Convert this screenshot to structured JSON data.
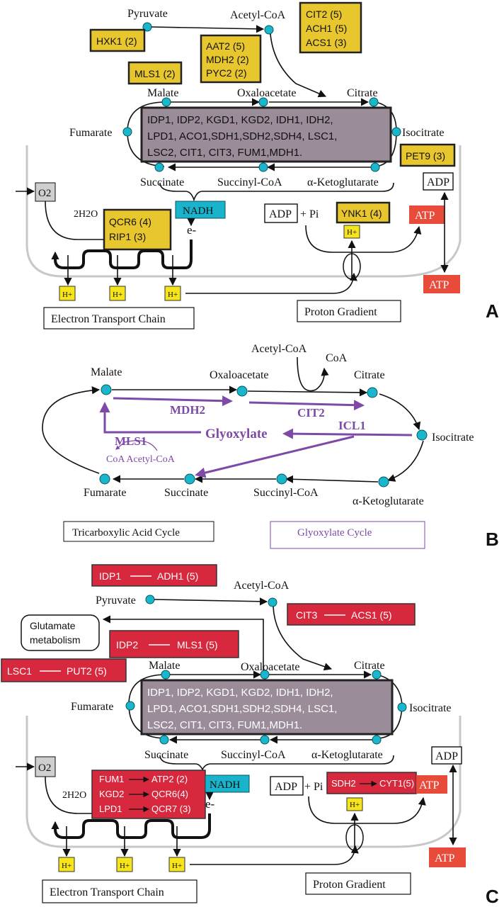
{
  "panelA": {
    "letter": "A",
    "metabolites": {
      "pyruvate": "Pyruvate",
      "acetyl_coa": "Acetyl-CoA",
      "malate": "Malate",
      "oxaloacetate": "Oxaloacetate",
      "citrate": "Citrate",
      "fumarate": "Fumarate",
      "isocitrate": "Isocitrate",
      "succinate": "Succinate",
      "succinyl_coa": "Succinyl-CoA",
      "akg": "α-Ketoglutarate"
    },
    "genes_hxk": "HXK1 (2)",
    "genes_mls": "MLS1 (2)",
    "genes_aat": [
      "AAT2 (5)",
      "MDH2 (2)",
      "PYC2 (2)"
    ],
    "genes_cit": [
      "CIT2 (5)",
      "ACH1 (5)",
      "ACS1 (3)"
    ],
    "tca_genes": [
      "IDP1, IDP2, KGD1, KGD2, IDH1, IDH2,",
      "LPD1, ACO1,SDH1,SDH2,SDH4, LSC1,",
      "LSC2, CIT1, CIT3, FUM1,MDH1."
    ],
    "pet9": "PET9 (3)",
    "adp": "ADP",
    "o2": "O2",
    "water": "2H2O",
    "qcr": [
      "QCR6 (4)",
      "RIP1 (3)"
    ],
    "nadh": "NADH",
    "electron": "e-",
    "adp_pi": "ADP",
    "pi": "+ Pi",
    "ynk": "YNK1 (4)",
    "atp": "ATP",
    "atp2": "ATP",
    "h": "H+",
    "etc": "Electron Transport Chain",
    "proton": "Proton Gradient"
  },
  "panelB": {
    "letter": "B",
    "acetyl_coa": "Acetyl-CoA",
    "coa": "CoA",
    "malate": "Malate",
    "oxaloacetate": "Oxaloacetate",
    "citrate": "Citrate",
    "isocitrate": "Isocitrate",
    "fumarate": "Fumarate",
    "succinate": "Succinate",
    "succinyl_coa": "Succinyl-CoA",
    "akg": "α-Ketoglutarate",
    "mdh2": "MDH2",
    "cit2": "CIT2",
    "mls1": "MLS1",
    "glyoxylate": "Glyoxylate",
    "icl1": "ICL1",
    "coa_acetyl": "CoA  Acetyl-CoA",
    "tca_label": "Tricarboxylic Acid Cycle",
    "glyox_label": "Glyoxylate Cycle"
  },
  "panelC": {
    "letter": "C",
    "idp1": "IDP1",
    "adh1": "ADH1 (5)",
    "acetyl_coa": "Acetyl-CoA",
    "pyruvate": "Pyruvate",
    "cit3": "CIT3",
    "acs1": "ACS1 (5)",
    "glutamate": [
      "Glutamate",
      "metabolism"
    ],
    "idp2": "IDP2",
    "mls1": "MLS1 (5)",
    "lsc1": "LSC1",
    "put2": "PUT2 (5)",
    "malate": "Malate",
    "oxaloacetate": "Oxaloacetate",
    "citrate": "Citrate",
    "fumarate": "Fumarate",
    "isocitrate": "Isocitrate",
    "succinate": "Succinate",
    "succinyl_coa": "Succinyl-CoA",
    "akg": "α-Ketoglutarate",
    "tca_genes": [
      "IDP1, IDP2, KGD1, KGD2, IDH1, IDH2,",
      "LPD1, ACO1,SDH1,SDH2,SDH4, LSC1,",
      "LSC2, CIT1, CIT3, FUM1,MDH1."
    ],
    "adp": "ADP",
    "o2": "O2",
    "water": "2H2O",
    "fum_rows": [
      [
        "FUM1",
        "ATP2 (2)"
      ],
      [
        "KGD2",
        "QCR6(4)"
      ],
      [
        "LPD1",
        "QCR7 (3)"
      ]
    ],
    "nadh": "NADH",
    "electron": "e-",
    "adp_pi": "ADP",
    "pi": "+ Pi",
    "sdh2": "SDH2",
    "cyt1": "CYT1(5)",
    "atp": "ATP",
    "atp2": "ATP",
    "h": "H+",
    "etc": "Electron Transport Chain",
    "proton": "Proton Gradient"
  }
}
